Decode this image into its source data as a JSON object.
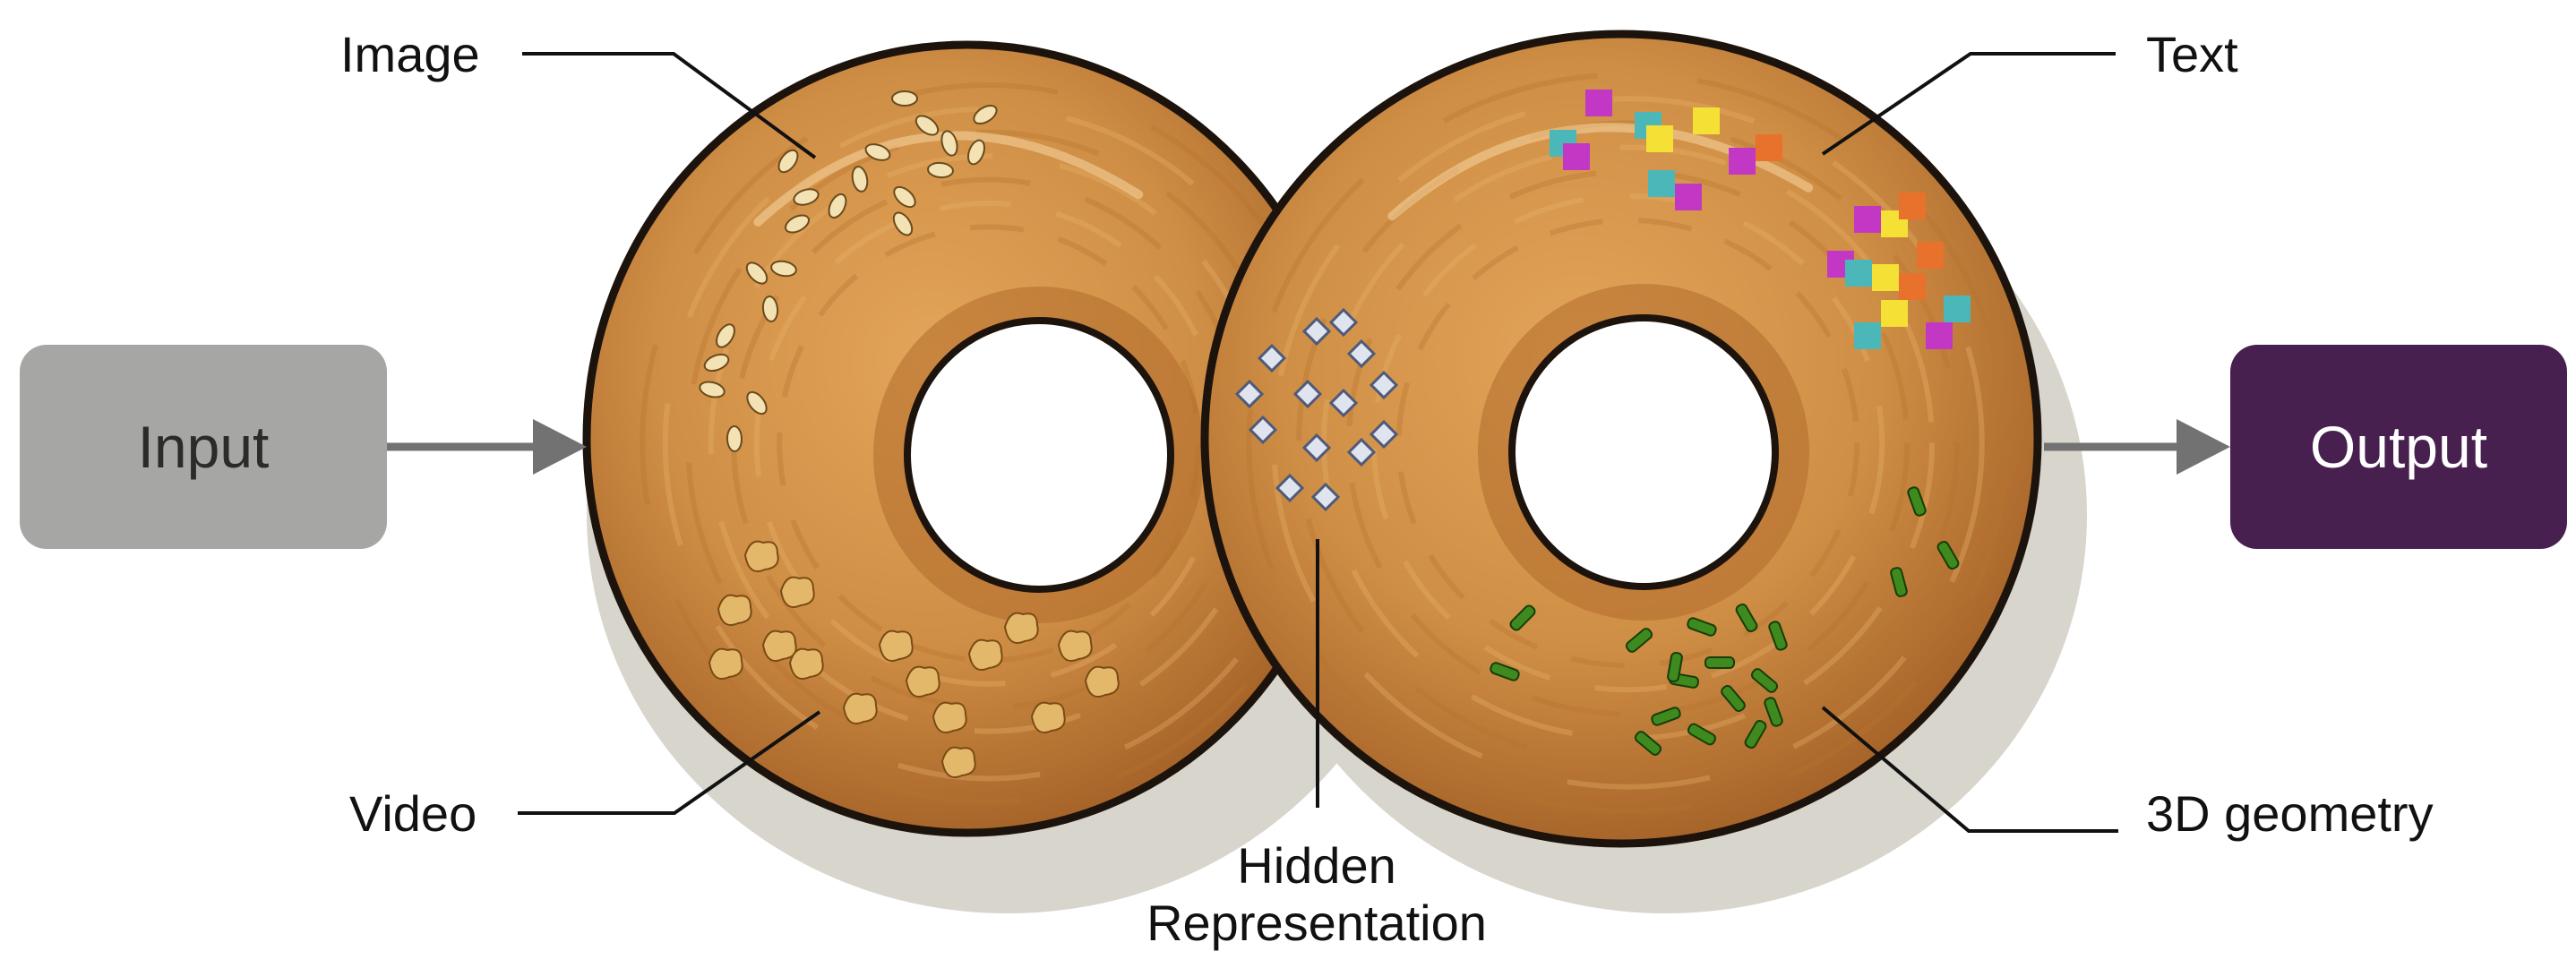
{
  "input": {
    "label": "Input",
    "color": "#a6a6a4",
    "text_color": "#2b2b2b"
  },
  "output": {
    "label": "Output",
    "color": "#47204f",
    "text_color": "#ffffff"
  },
  "labels": {
    "image": "Image",
    "text": "Text",
    "video": "Video",
    "geometry": "3D geometry",
    "hidden_line1": "Hidden",
    "hidden_line2": "Representation"
  },
  "colors": {
    "dough": "#cf8e45",
    "dough_dark": "#9c5a22",
    "outline": "#1c130d",
    "arrow": "#727272",
    "seed": "#f2e2b4",
    "walnut": "#e4b86a",
    "crystal": "#dfe4ee",
    "herb": "#3e8a1f",
    "pixel_magenta": "#c238c4",
    "pixel_teal": "#4cb7b8",
    "pixel_yellow": "#f5e035",
    "pixel_orange": "#e8712b"
  },
  "icons": [
    "seed-topping",
    "walnut-topping",
    "crystal-topping",
    "pixel-topping",
    "herb-topping"
  ]
}
